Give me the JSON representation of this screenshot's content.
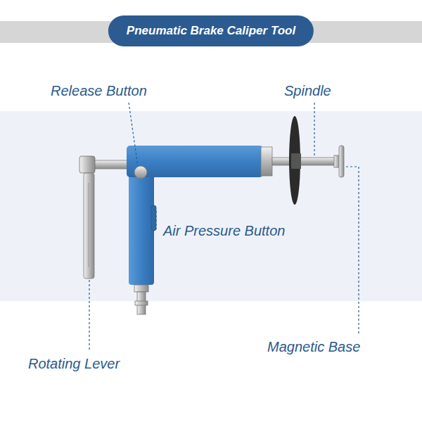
{
  "diagram": {
    "title": "Pneumatic Brake Caliper Tool",
    "labels": [
      "Release Button",
      "Spindle",
      "Air Pressure Button",
      "Magnetic Base",
      "Rotating Lever"
    ]
  }
}
